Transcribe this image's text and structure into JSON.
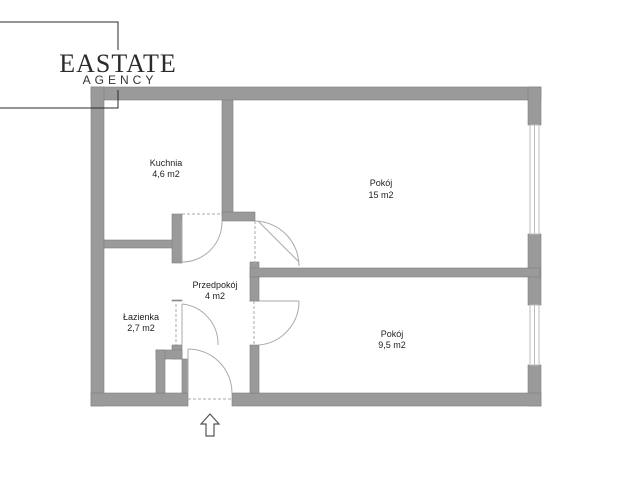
{
  "logo": {
    "name": "EASTATE",
    "tagline": "AGENCY"
  },
  "rooms": [
    {
      "id": "kitchen",
      "name": "Kuchnia",
      "area": "4,6 m2"
    },
    {
      "id": "room-large",
      "name": "Pokój",
      "area": "15 m2"
    },
    {
      "id": "hallway",
      "name": "Przedpokój",
      "area": "4 m2"
    },
    {
      "id": "bathroom",
      "name": "Łazienka",
      "area": "2,7 m2"
    },
    {
      "id": "room-small",
      "name": "Pokój",
      "area": "9,5 m2"
    }
  ],
  "colors": {
    "wall": "#9a9a9a",
    "wall_stroke": "#7f7f7f",
    "background": "#ffffff",
    "logo_frame": "#2b2b2b",
    "door_line": "#aaaaaa",
    "window_line": "#bdbdbd",
    "arrow": "#555555"
  },
  "icons": {
    "entrance": "entrance-arrow-icon"
  }
}
